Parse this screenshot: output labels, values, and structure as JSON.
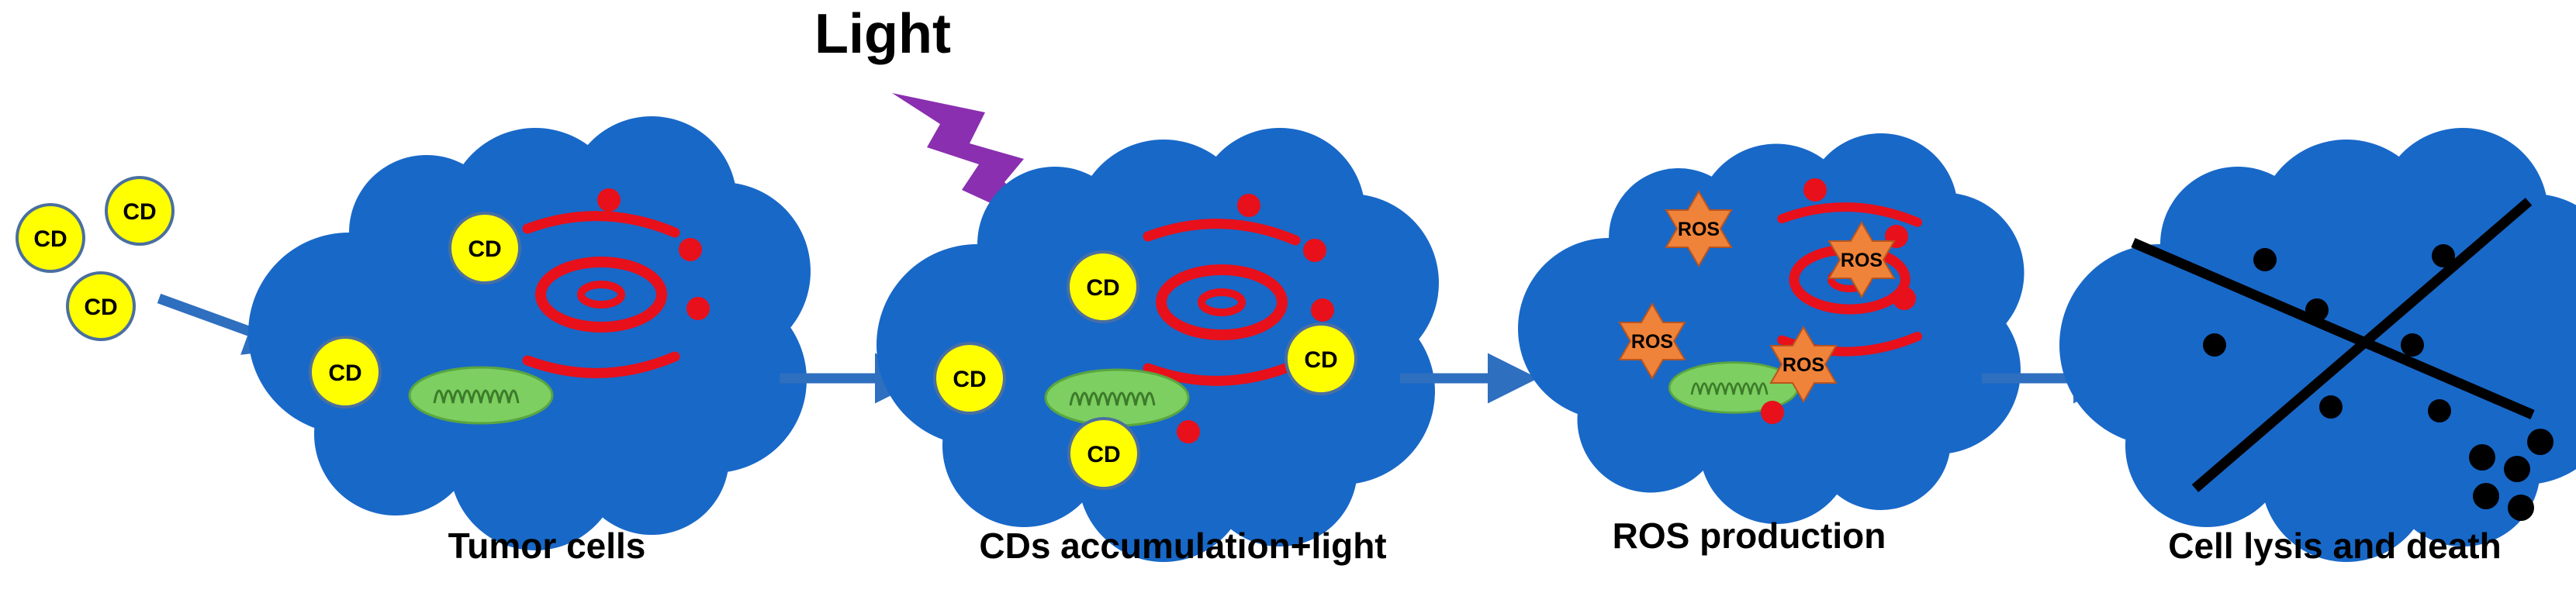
{
  "light_label": "Light",
  "captions": {
    "tumor": "Tumor cells",
    "accumulation": "CDs accumulation+light",
    "ros_production": "ROS production",
    "lysis": "Cell lysis and death"
  },
  "cd_label": "CD",
  "ros_label": "ROS",
  "colors": {
    "cell": "#1868c8",
    "cell_outline": "#2060b0",
    "cd_fill": "#ffff00",
    "cd_outline": "#4a6fa0",
    "er": "#e8101a",
    "mito": "#7ccf60",
    "ros": "#f0833a",
    "lightning": "#8a2fb0",
    "arrow": "#2e6fbf",
    "debris": "#000000"
  }
}
